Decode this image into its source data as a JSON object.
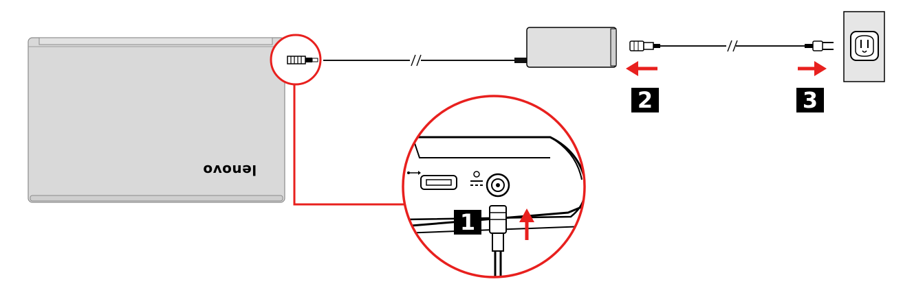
{
  "brand": {
    "logo_text": "lenovo"
  },
  "steps": [
    {
      "label": "1"
    },
    {
      "label": "2"
    },
    {
      "label": "3"
    }
  ],
  "colors": {
    "accent": "#e8201e",
    "laptop_fill": "#d9d9d9",
    "laptop_edge": "#8a8a8a",
    "adapter_fill": "#e0e0e0",
    "outlet_fill": "#e6e6e6",
    "cable": "#111111"
  },
  "icons": {
    "usb": "usb-icon",
    "dc_power": "dc-power-icon",
    "outlet": "power-outlet-icon"
  }
}
